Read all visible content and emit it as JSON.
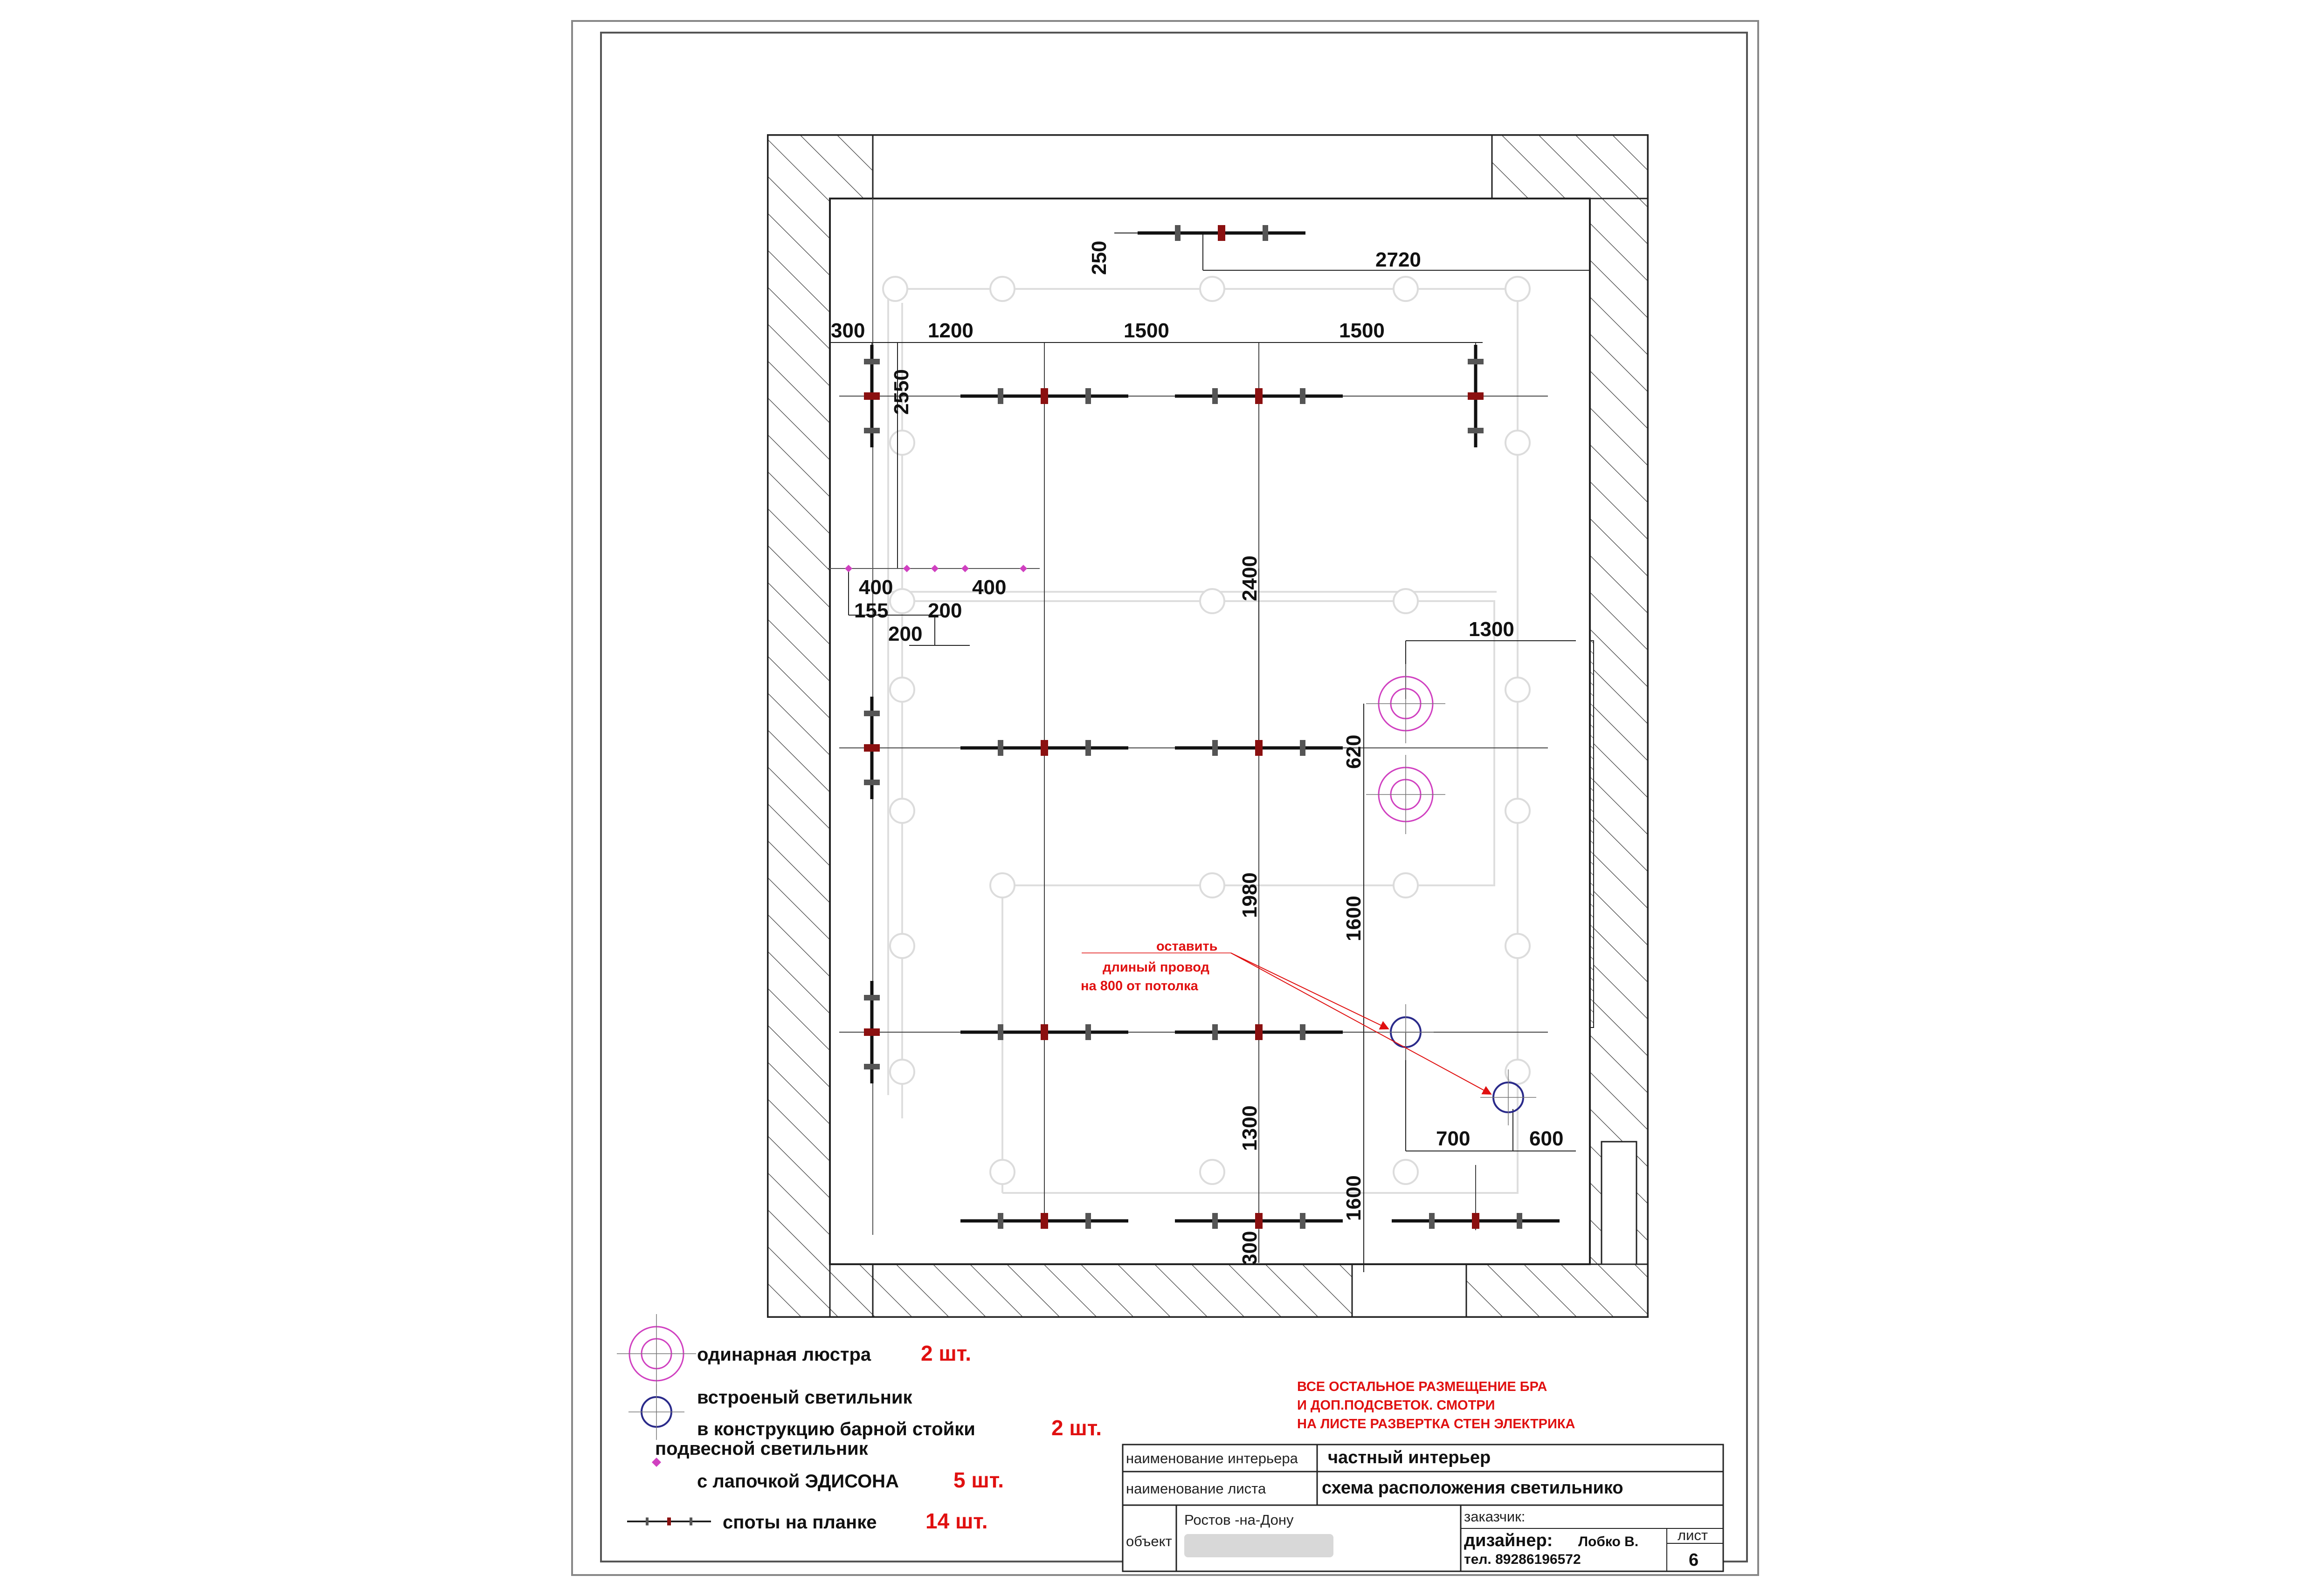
{
  "dimensions": {
    "top_offset": "250",
    "top_run": "2720",
    "col_300": "300",
    "col_1200": "1200",
    "col_1500a": "1500",
    "col_1500b": "1500",
    "v_2550": "2550",
    "v_2400": "2400",
    "pend_400a": "400",
    "pend_155": "155",
    "pend_200a": "200",
    "pend_200b": "200",
    "pend_400b": "400",
    "bar_1300": "1300",
    "v_620": "620",
    "v_1600a": "1600",
    "v_1980": "1980",
    "v_1300": "1300",
    "v_1600b": "1600",
    "v_300": "300",
    "h_700": "700",
    "h_600": "600"
  },
  "annotation": {
    "line1": "оставить",
    "line2": "длиный провод",
    "line3": "на 800 от потолка"
  },
  "legend": {
    "chandelier_label": "одинарная люстра",
    "chandelier_count": "2 шт.",
    "builtin_line1": "встроеный светильник",
    "builtin_line2": "в конструкцию барной стойки",
    "builtin_count": "2 шт.",
    "pendant_line1": "подвесной светильник",
    "pendant_line2": "с лапочкой ЭДИСОНА",
    "pendant_count": "5 шт.",
    "spots_label": "споты на планке",
    "spots_count": "14 шт."
  },
  "note": {
    "line1": "ВСЕ ОСТАЛЬНОЕ РАЗМЕЩЕНИЕ БРА",
    "line2": "И ДОП.ПОДСВЕТОК. СМОТРИ",
    "line3": "НА ЛИСТЕ РАЗВЕРТКА СТЕН ЭЛЕКТРИКА"
  },
  "title_block": {
    "interior_label": "наименование интерьера",
    "interior_value": "частный интерьер",
    "sheet_label": "наименование листа",
    "sheet_value": "схема расположения светильнико",
    "object_label": "объект",
    "object_value": "Ростов -на-Дону",
    "customer_label": "заказчик:",
    "designer_label": "дизайнер:",
    "designer_name": "Лобко В.",
    "phone": "тел. 89286196572",
    "sheet_no_label": "лист",
    "sheet_no": "6"
  },
  "colors": {
    "chandelier": "#d040c0",
    "builtin": "#2a2a8a",
    "annotation": "#e01010",
    "wire": "#d8d8d8",
    "spot_body": "#8b1010"
  }
}
